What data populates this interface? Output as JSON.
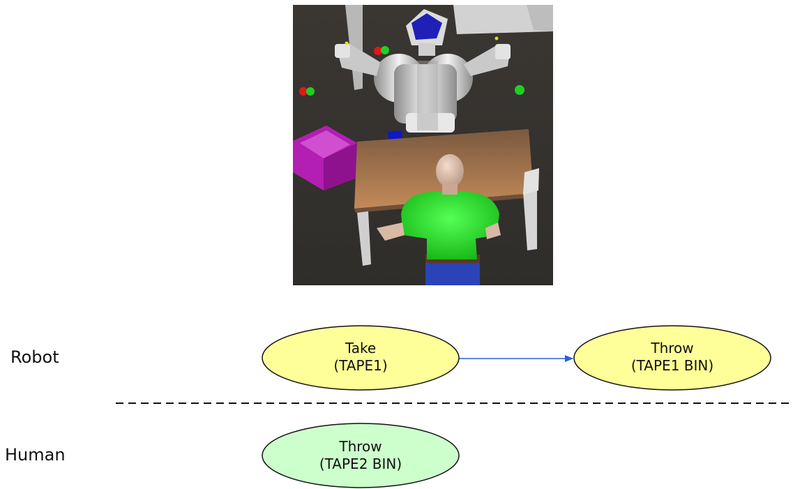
{
  "lanes": {
    "robot": "Robot",
    "human": "Human"
  },
  "nodes": {
    "robot_take": {
      "line1": "Take",
      "line2": "(TAPE1)"
    },
    "robot_throw": {
      "line1": "Throw",
      "line2": "(TAPE1 BIN)"
    },
    "human_throw": {
      "line1": "Throw",
      "line2": "(TAPE2 BIN)"
    }
  },
  "colors": {
    "robot_node_fill": "#ffff99",
    "human_node_fill": "#ccffcc",
    "arrow": "#2b5fe0",
    "divider": "#111111"
  }
}
